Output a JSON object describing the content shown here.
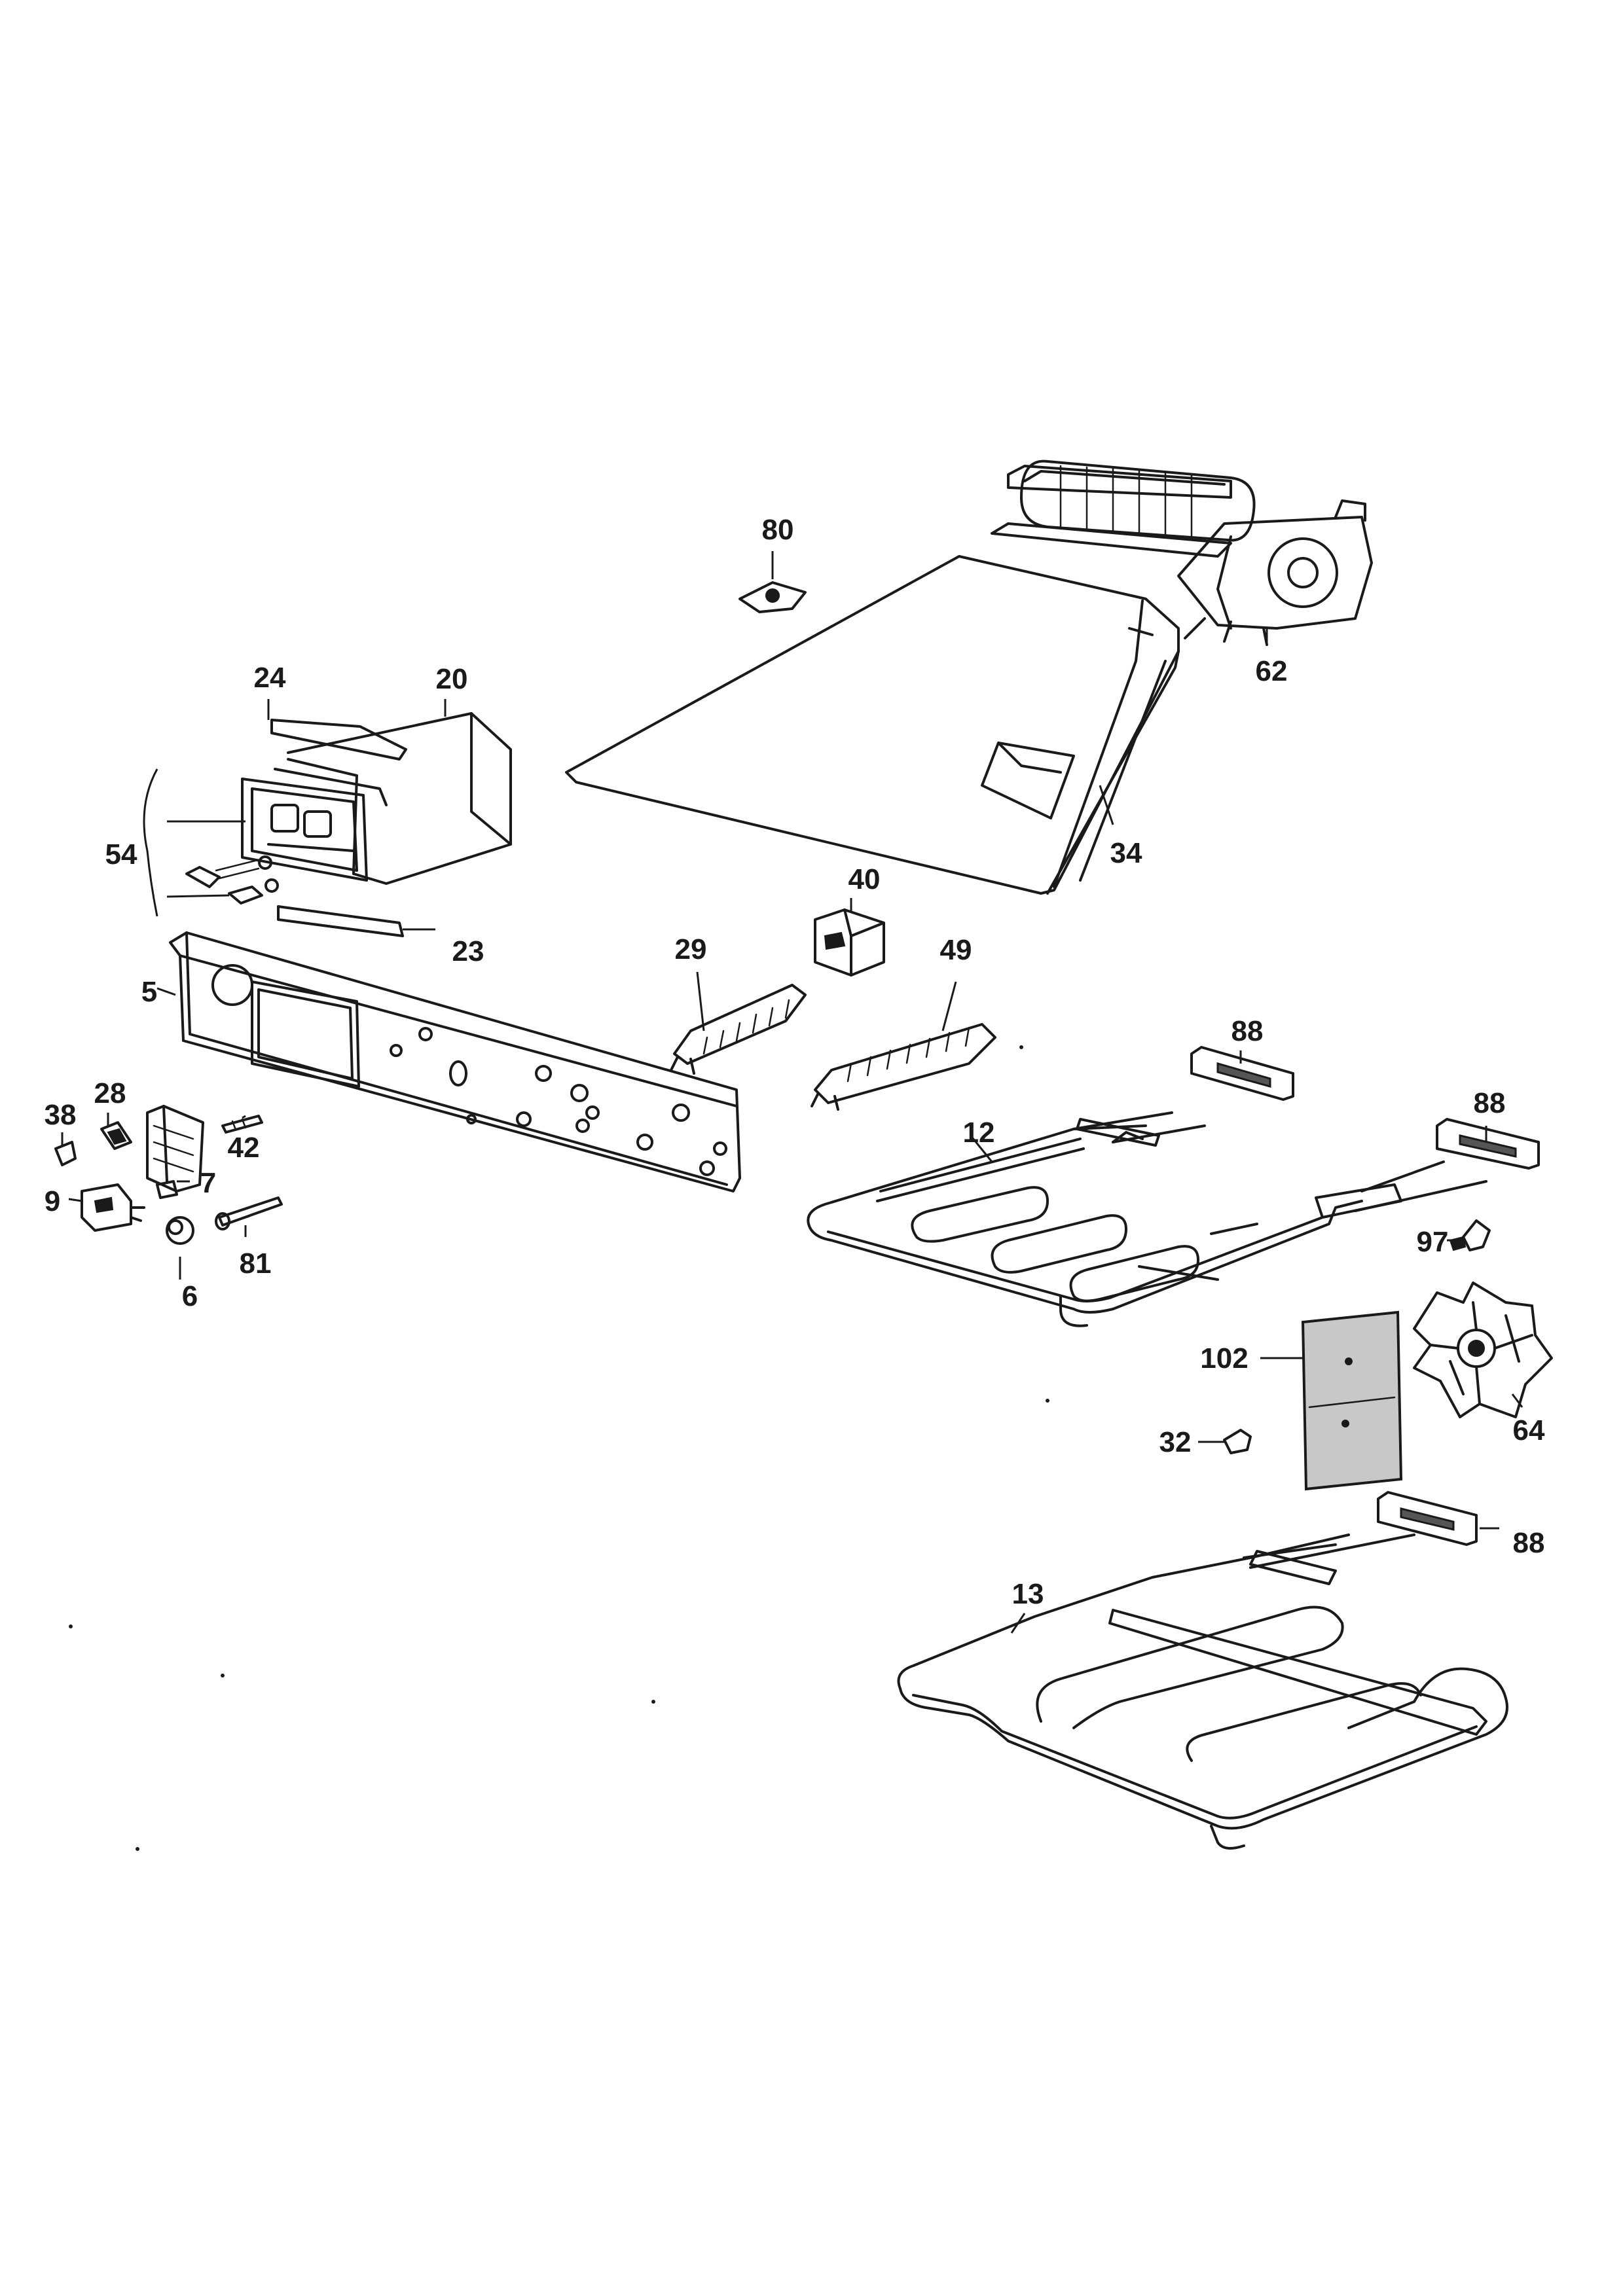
{
  "labels": {
    "p80": "80",
    "p62": "62",
    "p24": "24",
    "p20": "20",
    "p54": "54",
    "p34": "34",
    "p40": "40",
    "p29": "29",
    "p49": "49",
    "p23": "23",
    "p5": "5",
    "p88a": "88",
    "p88b": "88",
    "p88c": "88",
    "p38": "38",
    "p28": "28",
    "p42": "42",
    "p7": "7",
    "p12": "12",
    "p9": "9",
    "p81": "81",
    "p6": "6",
    "p97": "97",
    "p102": "102",
    "p64": "64",
    "p32": "32",
    "p13": "13"
  }
}
